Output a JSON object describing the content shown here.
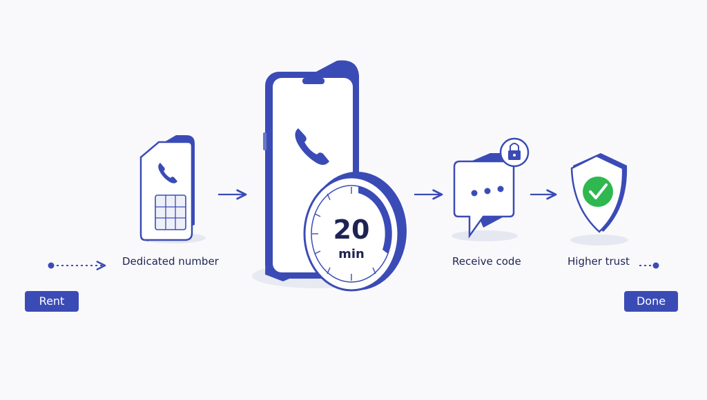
{
  "colors": {
    "primary": "#3b4bb6",
    "dark": "#1e2353",
    "background": "#f9f9fb",
    "success": "#2eb84f"
  },
  "steps": [
    {
      "label": "Dedicated number",
      "icon": "sim-card-phone-icon"
    },
    {
      "label": "Receive code",
      "icon": "chat-bubble-lock-icon"
    },
    {
      "label": "Higher trust",
      "icon": "shield-check-icon"
    }
  ],
  "timer": {
    "value": "20",
    "unit": "min",
    "icon": "stopwatch-icon"
  },
  "phone": {
    "icon": "smartphone-icon"
  },
  "buttons": {
    "start": "Rent",
    "end": "Done"
  }
}
